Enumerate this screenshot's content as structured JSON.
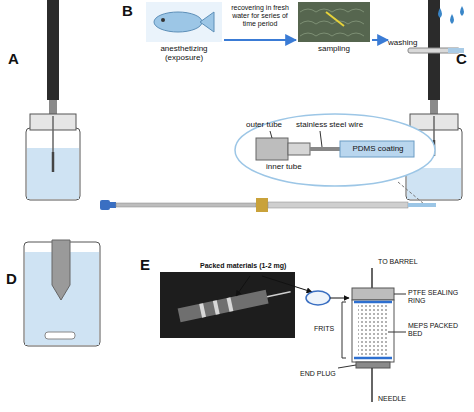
{
  "diagram": {
    "nodes": [
      {
        "text": [
          "anesthetizing (exposure)"
        ]
      },
      {
        "text": [
          "sampling"
        ]
      },
      {
        "text": [
          "washing"
        ]
      }
    ],
    "edges": [
      {
        "from": 0,
        "to": 1,
        "arrow": "to",
        "label": "recovering in fresh water for series of time period"
      },
      {
        "from": 1,
        "to": 2,
        "arrow": "to"
      }
    ],
    "labels": [
      "A",
      "B",
      "C",
      "D",
      "E",
      "outer tube",
      "inner tube",
      "stainless steel wire",
      "PDMS coating",
      "Packed materials (1-2 mg)",
      "TO BARREL",
      "PTFE SEALING RING",
      "FRITS",
      "MEPS PACKED BED",
      "END PLUG",
      "NEEDLE"
    ]
  }
}
